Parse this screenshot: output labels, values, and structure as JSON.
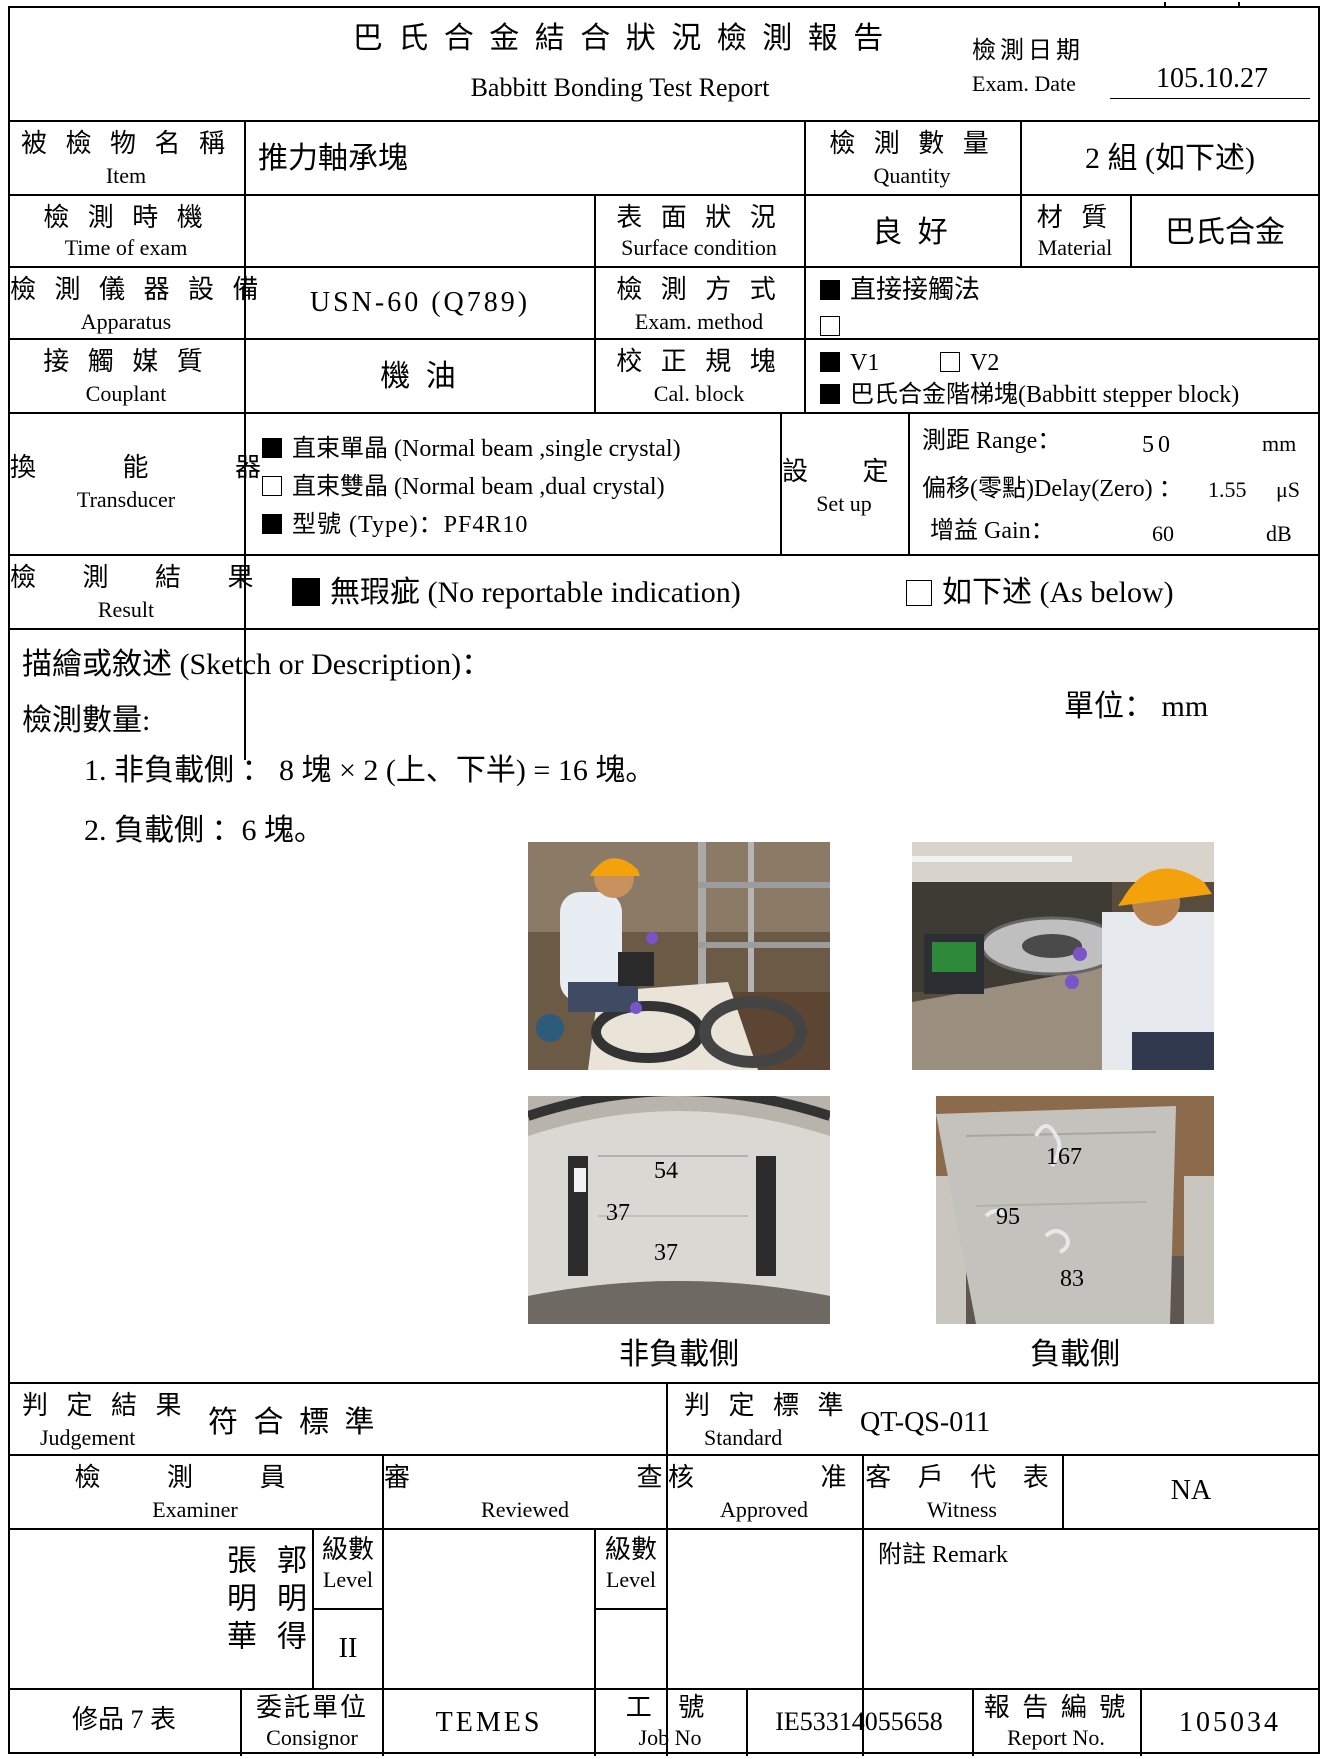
{
  "header": {
    "title_zh": "巴 氏 合 金 結 合 狀 況 檢 測 報 告",
    "title_en": "Babbitt Bonding Test Report",
    "exam_date_zh": "檢測日期",
    "exam_date_en": "Exam. Date",
    "exam_date_value": "105.10.27"
  },
  "row_item": {
    "label_zh": "被 檢 物 名 稱",
    "label_en": "Item",
    "value": "推力軸承塊",
    "qty_zh": "檢 測 數 量",
    "qty_en": "Quantity",
    "qty_value": "2 組 (如下述)"
  },
  "row_time": {
    "label_zh": "檢 測 時 機",
    "label_en": "Time of exam",
    "value": "",
    "surface_zh": "表 面 狀 況",
    "surface_en": "Surface condition",
    "surface_value": "良 好",
    "material_zh": "材 質",
    "material_en": "Material",
    "material_value": "巴氏合金"
  },
  "row_apparatus": {
    "label_zh": "檢 測 儀 器 設 備",
    "label_en": "Apparatus",
    "value": "USN-60 (Q789)",
    "method_zh": "檢 測 方 式",
    "method_en": "Exam. method",
    "method_option1": "直接接觸法",
    "method_option2": ""
  },
  "row_couplant": {
    "label_zh": "接 觸 媒 質",
    "label_en": "Couplant",
    "value": "機 油",
    "block_zh": "校 正 規 塊",
    "block_en": "Cal. block",
    "block_v1": "V1",
    "block_v2": "V2",
    "block_babbitt": "巴氏合金階梯塊(Babbitt stepper block)"
  },
  "row_transducer": {
    "label_zh": "換 能 器",
    "label_en": "Transducer",
    "opt_single": "直束單晶 (Normal beam ,single crystal)",
    "opt_dual": "直束雙晶 (Normal beam ,dual crystal)",
    "opt_type": "型號 (Type)：PF4R10",
    "setup_zh": "設 定",
    "setup_en": "Set up",
    "range_label": "測距 Range：",
    "range_value": "50",
    "range_unit": "mm",
    "delay_label": "偏移(零點)Delay(Zero) ：",
    "delay_value": "1.55",
    "delay_unit": "μS",
    "gain_label": "增益 Gain：",
    "gain_value": "60",
    "gain_unit": "dB"
  },
  "row_result": {
    "label_zh": "檢 測 結 果",
    "label_en": "Result",
    "opt_none": "無瑕疵 (No reportable indication)",
    "opt_below": "如下述 (As below)"
  },
  "sketch": {
    "heading": "描繪或敘述 (Sketch or Description)：",
    "unit": "單位： mm",
    "qty_heading": "檢測數量:",
    "line1": "1. 非負載側 ： 8 塊 × 2 (上、下半) = 16 塊。",
    "line2": "2. 負載側 ：6 塊。",
    "photo1_labels": [
      "54",
      "37",
      "37"
    ],
    "photo2_labels": [
      "167",
      "95",
      "83"
    ],
    "caption_left": "非負載側",
    "caption_right": "負載側"
  },
  "judgement": {
    "label_zh": "判 定 結 果",
    "label_en": "Judgement",
    "value": "符 合 標 準",
    "std_zh": "判 定 標 準",
    "std_en": "Standard",
    "std_value": "QT-QS-011"
  },
  "signoff": {
    "examiner_zh": "檢 測 員",
    "examiner_en": "Examiner",
    "reviewed_zh": "審 查",
    "reviewed_en": "Reviewed",
    "approved_zh": "核 准",
    "approved_en": "Approved",
    "witness_zh": "客 戶 代 表",
    "witness_en": "Witness",
    "witness_value": "NA",
    "examiner_name1": "張明華",
    "examiner_name2": "郭明得",
    "level_zh": "級數",
    "level_en": "Level",
    "level_value": "II",
    "remark": "附註 Remark"
  },
  "footer": {
    "form_no": "修品 7 表",
    "consignor_zh": "委託單位",
    "consignor_en": "Consignor",
    "consignor_value": "TEMES",
    "job_zh": "工 號",
    "job_en": "Job No",
    "job_value": "IE53314055658",
    "report_zh": "報 告 編 號",
    "report_en": "Report No.",
    "report_value": "105034"
  }
}
